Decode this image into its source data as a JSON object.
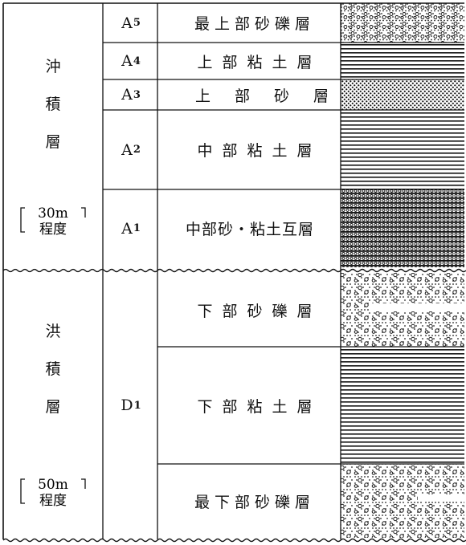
{
  "groups": [
    {
      "name": "沖積層",
      "chars": [
        "沖",
        "積",
        "層"
      ],
      "depth": "[30m程度]",
      "depth_value": "30m",
      "depth_label": "程度"
    },
    {
      "name": "洪積層",
      "chars": [
        "洪",
        "積",
        "層"
      ],
      "depth": "[50m程度]",
      "depth_value": "50m",
      "depth_label": "程度"
    }
  ],
  "layers": [
    {
      "code_letter": "A",
      "code_num": "5",
      "name": "最上部砂礫層",
      "pattern": "gravel-dense"
    },
    {
      "code_letter": "A",
      "code_num": "4",
      "name": "上部粘土層",
      "pattern": "clay"
    },
    {
      "code_letter": "A",
      "code_num": "3",
      "name": "上部砂層",
      "pattern": "sand"
    },
    {
      "code_letter": "A",
      "code_num": "2",
      "name": "中部粘土層",
      "pattern": "clay"
    },
    {
      "code_letter": "A",
      "code_num": "1",
      "name": "中部砂・粘土互層",
      "pattern": "interbedded"
    },
    {
      "code_letter": "D",
      "code_num": "1",
      "name": "下部砂礫層",
      "pattern": "gravel"
    },
    {
      "code_letter": "",
      "code_num": "",
      "name": "下部粘土層",
      "pattern": "clay"
    },
    {
      "code_letter": "",
      "code_num": "",
      "name": "最下部砂礫層",
      "pattern": "gravel"
    }
  ]
}
